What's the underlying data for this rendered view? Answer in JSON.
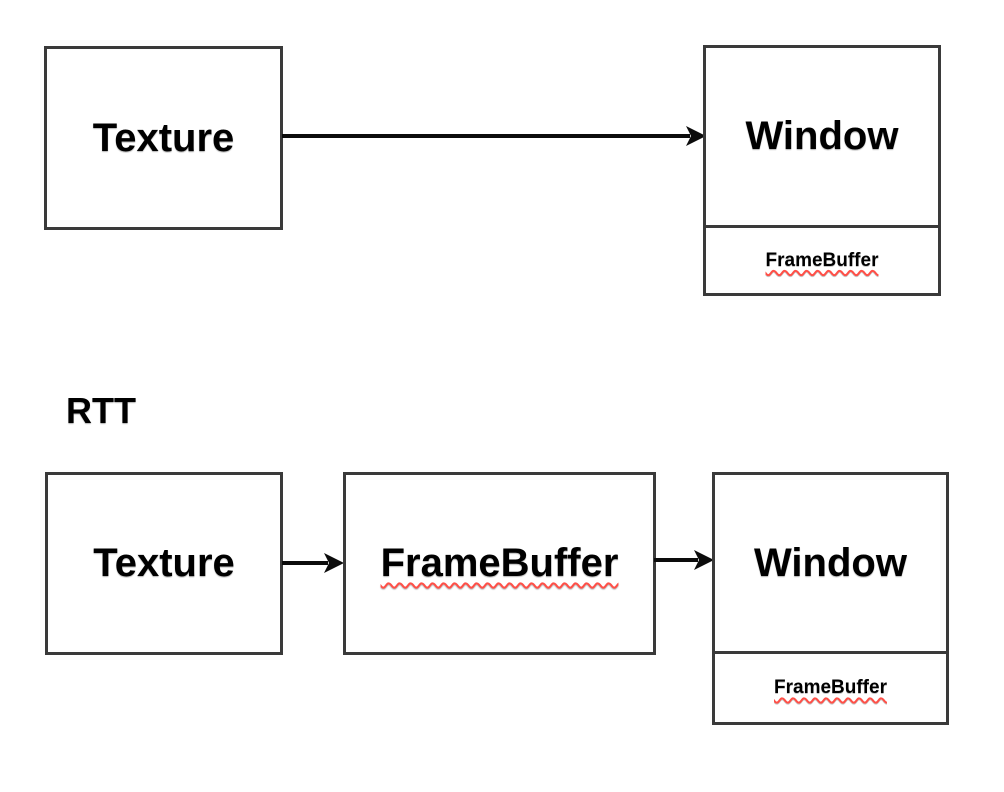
{
  "colors": {
    "box_border": "#3a3a3a",
    "arrow": "#0c0c0c",
    "text": "#000000",
    "misspell_underline": "#ff4f47",
    "background": "#ffffff"
  },
  "top_flow": {
    "texture": {
      "label": "Texture"
    },
    "window": {
      "label": "Window",
      "compartment_label": "FrameBuffer"
    }
  },
  "rtt_heading": "RTT",
  "rtt_flow": {
    "texture": {
      "label": "Texture"
    },
    "framebuffer": {
      "label": "FrameBuffer"
    },
    "window": {
      "label": "Window",
      "compartment_label": "FrameBuffer"
    }
  }
}
